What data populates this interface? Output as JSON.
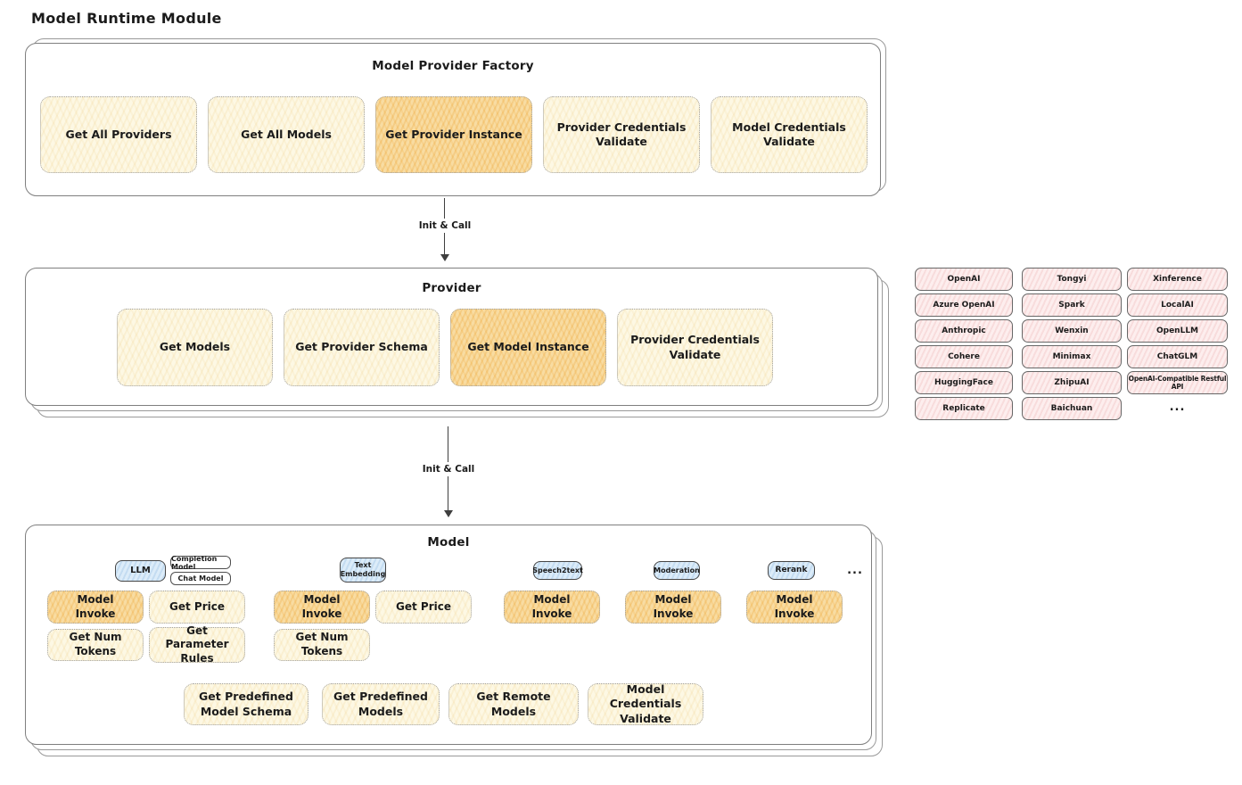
{
  "title": "Model Runtime Module",
  "colors": {
    "button_yellow": "#fdf8e4",
    "button_highlight_orange": "#f8dfab",
    "provider_chip_pink": "#fdeeee",
    "model_type_tag_blue": "#dcecf9",
    "box_border_gray": "#7f7f7f"
  },
  "factory": {
    "title": "Model Provider Factory",
    "buttons": [
      {
        "label": "Get All Providers",
        "highlight": false
      },
      {
        "label": "Get All Models",
        "highlight": false
      },
      {
        "label": "Get Provider Instance",
        "highlight": true
      },
      {
        "label": "Provider Credentials Validate",
        "highlight": false
      },
      {
        "label": "Model Credentials Validate",
        "highlight": false
      }
    ]
  },
  "arrows": [
    {
      "label": "Init & Call"
    },
    {
      "label": "Init & Call"
    }
  ],
  "provider": {
    "title": "Provider",
    "buttons": [
      {
        "label": "Get Models",
        "highlight": false
      },
      {
        "label": "Get Provider Schema",
        "highlight": false
      },
      {
        "label": "Get Model Instance",
        "highlight": true
      },
      {
        "label": "Provider Credentials Validate",
        "highlight": false
      }
    ]
  },
  "providers_list": {
    "columns": [
      [
        "OpenAI",
        "Azure OpenAI",
        "Anthropic",
        "Cohere",
        "HuggingFace",
        "Replicate"
      ],
      [
        "Tongyi",
        "Spark",
        "Wenxin",
        "Minimax",
        "ZhipuAI",
        "Baichuan"
      ],
      [
        "Xinference",
        "LocalAI",
        "OpenLLM",
        "ChatGLM",
        "OpenAI-Compatible Restful API"
      ]
    ],
    "more": "..."
  },
  "model": {
    "title": "Model",
    "more": "...",
    "groups": [
      {
        "tag": "LLM",
        "subtags": [
          "Completion Model",
          "Chat Model"
        ],
        "buttons": [
          {
            "label": "Model Invoke",
            "highlight": true
          },
          {
            "label": "Get Price",
            "highlight": false
          },
          {
            "label": "Get Num Tokens",
            "highlight": false
          },
          {
            "label": "Get Parameter Rules",
            "highlight": false
          }
        ]
      },
      {
        "tag": "Text Embedding",
        "buttons": [
          {
            "label": "Model Invoke",
            "highlight": true
          },
          {
            "label": "Get Price",
            "highlight": false
          },
          {
            "label": "Get Num Tokens",
            "highlight": false
          }
        ]
      },
      {
        "tag": "Speech2text",
        "buttons": [
          {
            "label": "Model Invoke",
            "highlight": true
          }
        ]
      },
      {
        "tag": "Moderation",
        "buttons": [
          {
            "label": "Model Invoke",
            "highlight": true
          }
        ]
      },
      {
        "tag": "Rerank",
        "buttons": [
          {
            "label": "Model Invoke",
            "highlight": true
          }
        ]
      }
    ],
    "bottom_buttons": [
      {
        "label": "Get Predefined Model Schema"
      },
      {
        "label": "Get Predefined Models"
      },
      {
        "label": "Get Remote Models"
      },
      {
        "label": "Model Credentials Validate"
      }
    ]
  }
}
